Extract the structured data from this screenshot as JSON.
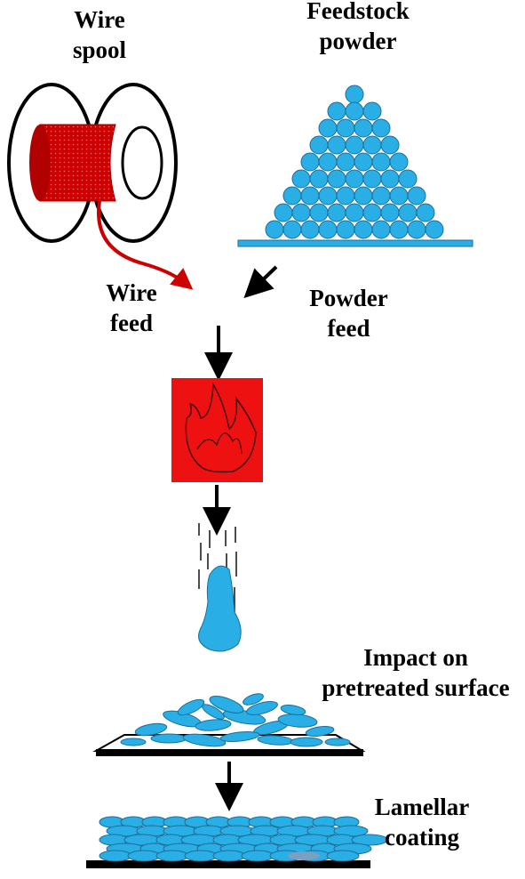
{
  "labels": {
    "wire_spool": [
      "Wire",
      "spool"
    ],
    "feedstock_powder": [
      "Feedstock",
      "powder"
    ],
    "wire_feed": [
      "Wire",
      "feed"
    ],
    "powder_feed": [
      "Powder",
      "feed"
    ],
    "impact": [
      "Impact on",
      "pretreated surface"
    ],
    "lamellar": [
      "Lamellar",
      "coating"
    ]
  },
  "colors": {
    "spool_red": "#cc0000",
    "flame_box": "#ee1111",
    "particle_blue": "#29aee6",
    "particle_outline": "#1a6f9a",
    "ink": "#000000"
  },
  "icons": [
    "wire-spool-icon",
    "powder-pile-icon",
    "flame-icon",
    "molten-droplet-icon",
    "arrow-down-icon"
  ]
}
